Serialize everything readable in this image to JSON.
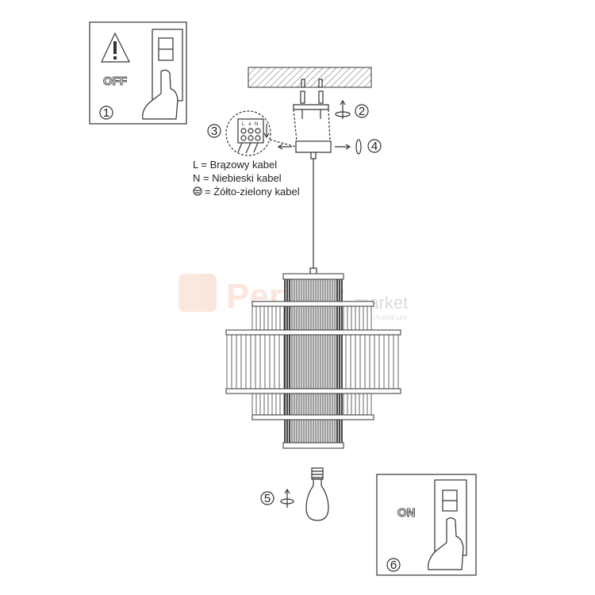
{
  "steps": {
    "step1": {
      "number": "1",
      "label": "OFF"
    },
    "step2": {
      "number": "2"
    },
    "step3": {
      "number": "3",
      "terminal_labels": [
        "L",
        "⏚",
        "N"
      ]
    },
    "step4": {
      "number": "4"
    },
    "step5": {
      "number": "5"
    },
    "step6": {
      "number": "6",
      "label": "ON"
    }
  },
  "legend": {
    "line1": "L = Brązowy kabel",
    "line2": "N = Niebieski kabel",
    "line3": "=  Żółto-zielony kabel",
    "earth_symbol": "earth-ground-icon"
  },
  "watermark": {
    "brand": "Perfekt",
    "suffix": "market",
    "tagline": "OŚWIETLENIE LED",
    "color": "#f2b9a0"
  },
  "icons": [
    "warning-triangle-icon",
    "light-switch-icon",
    "hand-pointer-icon",
    "rotate-arrow-icon",
    "light-bulb-icon",
    "screw-icon"
  ]
}
